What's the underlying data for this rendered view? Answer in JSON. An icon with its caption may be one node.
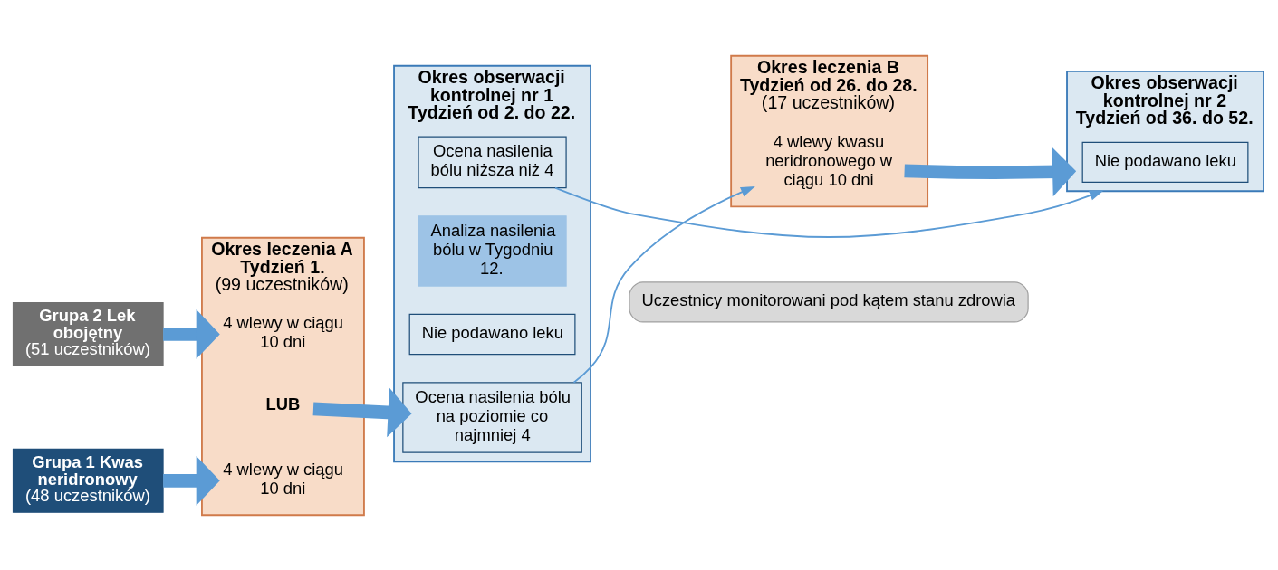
{
  "diagram": {
    "nodes": [
      {
        "text": [
          "Grupa 1 Kwas neridronowy",
          "(48 uczestników)"
        ]
      },
      {
        "text": [
          "Grupa 2 Lek obojętny",
          "(51 uczestników)"
        ]
      },
      {
        "text": [
          "Okres leczenia A Tydzień 1.",
          "(99 uczestników)"
        ]
      },
      {
        "text": [
          "4 wlewy w ciągu 10 dni"
        ],
        "in": 2
      },
      {
        "text": [
          "LUB"
        ],
        "in": 2
      },
      {
        "text": [
          "4 wlewy w ciągu 10 dni"
        ],
        "in": 2
      },
      {
        "text": [
          "Okres obserwacji kontrolnej nr 1 Tydzień od 2. do 22."
        ]
      },
      {
        "text": [
          "Nie podawano leku"
        ],
        "in": 6
      },
      {
        "text": [
          "Analiza nasilenia bólu w Tygodniu 12."
        ],
        "in": 6
      },
      {
        "text": [
          "Ocena nasilenia bólu na poziomie co najmniej 4"
        ],
        "in": 6
      },
      {
        "text": [
          "Ocena nasilenia bólu niższa niż 4"
        ],
        "in": 6
      },
      {
        "text": [
          "Okres leczenia B Tydzień od 26. do 28.",
          "(17 uczestników)"
        ]
      },
      {
        "text": [
          "4 wlewy kwasu neridronowego w ciągu 10 dni"
        ],
        "in": 11
      },
      {
        "text": [
          "Okres obserwacji kontrolnej nr 2 Tydzień od 36. do 52."
        ]
      },
      {
        "text": [
          "Nie podawano leku"
        ],
        "in": 13
      },
      {
        "text": [
          "Uczestnicy monitorowani pod kątem stanu zdrowia"
        ]
      }
    ],
    "edges": [
      {
        "from": 0,
        "to": 3,
        "arrow": "to"
      },
      {
        "from": 1,
        "to": 5,
        "arrow": "to"
      },
      {
        "from": 4,
        "to": 9,
        "arrow": "to"
      },
      {
        "from": 9,
        "to": 12,
        "arrow": "to"
      },
      {
        "from": 10,
        "to": 13,
        "arrow": "to"
      },
      {
        "from": 12,
        "to": 13,
        "arrow": "to"
      }
    ]
  }
}
